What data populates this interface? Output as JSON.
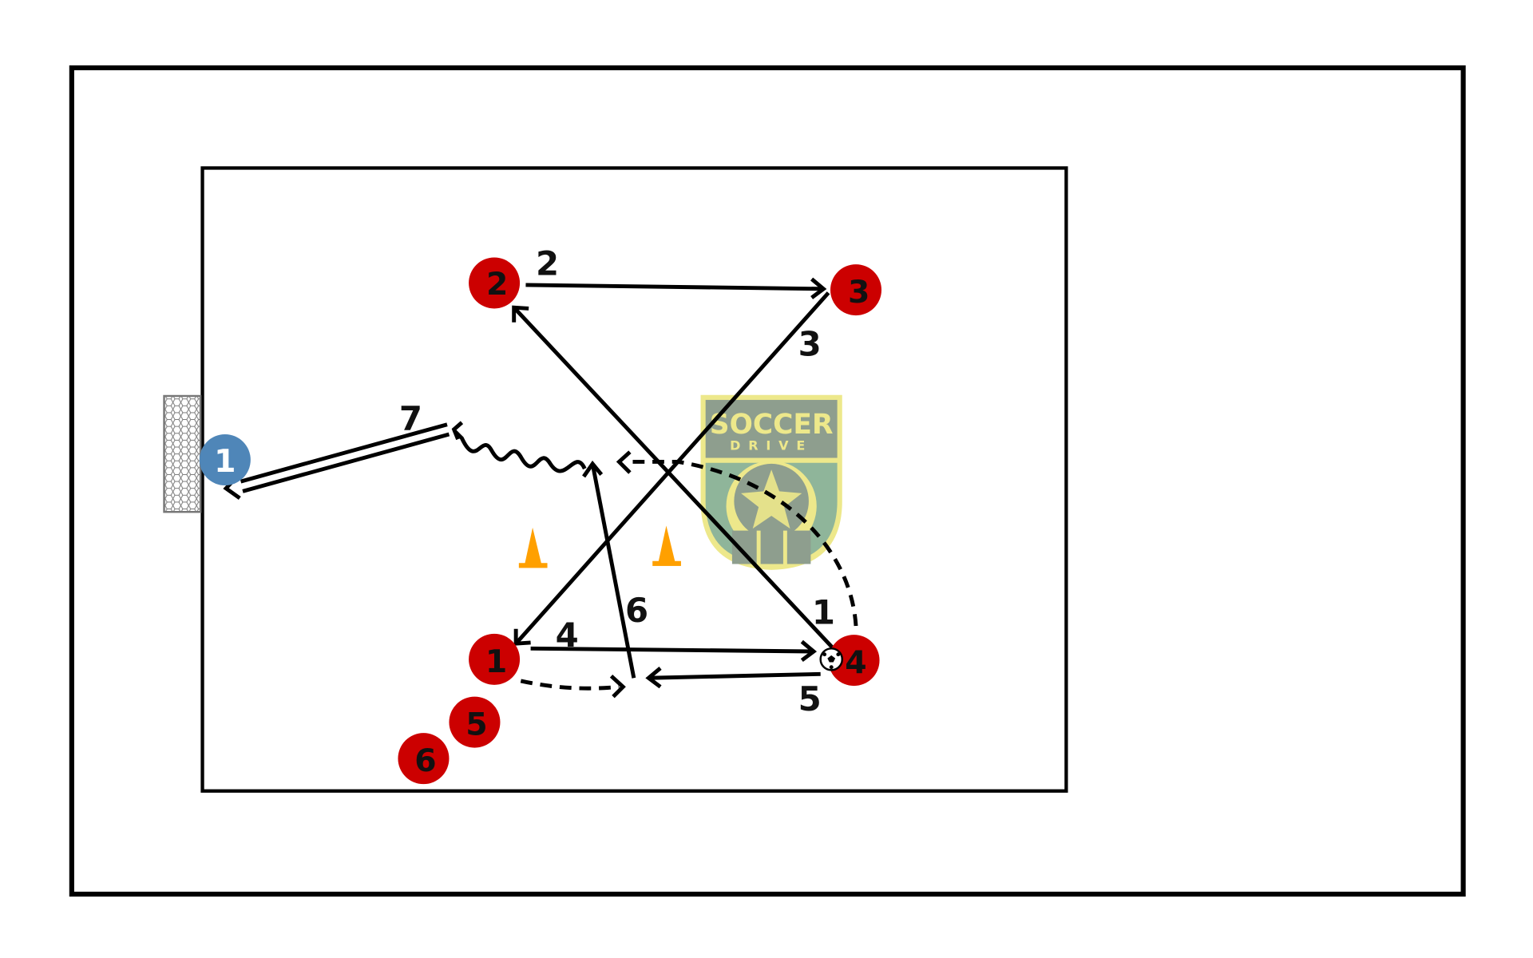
{
  "colors": {
    "red_team": "#cc0000",
    "blue_team": "#4f86b8",
    "cone": "#ffa000",
    "logo_yellow": "#ede88b",
    "logo_green": "#8fb59a",
    "logo_gray": "#8e9e8e"
  },
  "logo": {
    "line1": "SOCCER",
    "line2": "DRIVE"
  },
  "goalkeeper": {
    "label": "1"
  },
  "players": [
    {
      "label": "2"
    },
    {
      "label": "3"
    },
    {
      "label": "1"
    },
    {
      "label": "4"
    },
    {
      "label": "5"
    },
    {
      "label": "6"
    }
  ],
  "steps": [
    "1",
    "2",
    "3",
    "4",
    "5",
    "6",
    "7"
  ]
}
